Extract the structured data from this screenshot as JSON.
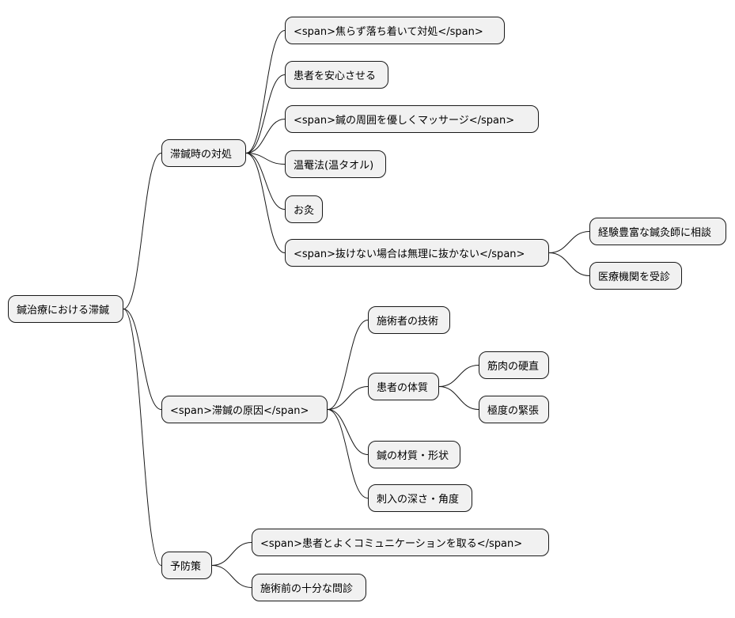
{
  "mindmap": {
    "root": "鍼治療における滞鍼",
    "branches": [
      {
        "label": "滞鍼時の対処",
        "children": [
          {
            "label": "<span>焦らず落ち着いて対処</span>"
          },
          {
            "label": "患者を安心させる"
          },
          {
            "label": "<span>鍼の周囲を優しくマッサージ</span>"
          },
          {
            "label": "温罨法(温タオル)"
          },
          {
            "label": "お灸"
          },
          {
            "label": "<span>抜けない場合は無理に抜かない</span>",
            "children": [
              {
                "label": "経験豊富な鍼灸師に相談"
              },
              {
                "label": "医療機関を受診"
              }
            ]
          }
        ]
      },
      {
        "label": "<span>滞鍼の原因</span>",
        "children": [
          {
            "label": "施術者の技術"
          },
          {
            "label": "患者の体質",
            "children": [
              {
                "label": "筋肉の硬直"
              },
              {
                "label": "極度の緊張"
              }
            ]
          },
          {
            "label": "鍼の材質・形状"
          },
          {
            "label": "刺入の深さ・角度"
          }
        ]
      },
      {
        "label": "予防策",
        "children": [
          {
            "label": "<span>患者とよくコミュニケーションを取る</span>"
          },
          {
            "label": "施術前の十分な問診"
          }
        ]
      }
    ]
  }
}
